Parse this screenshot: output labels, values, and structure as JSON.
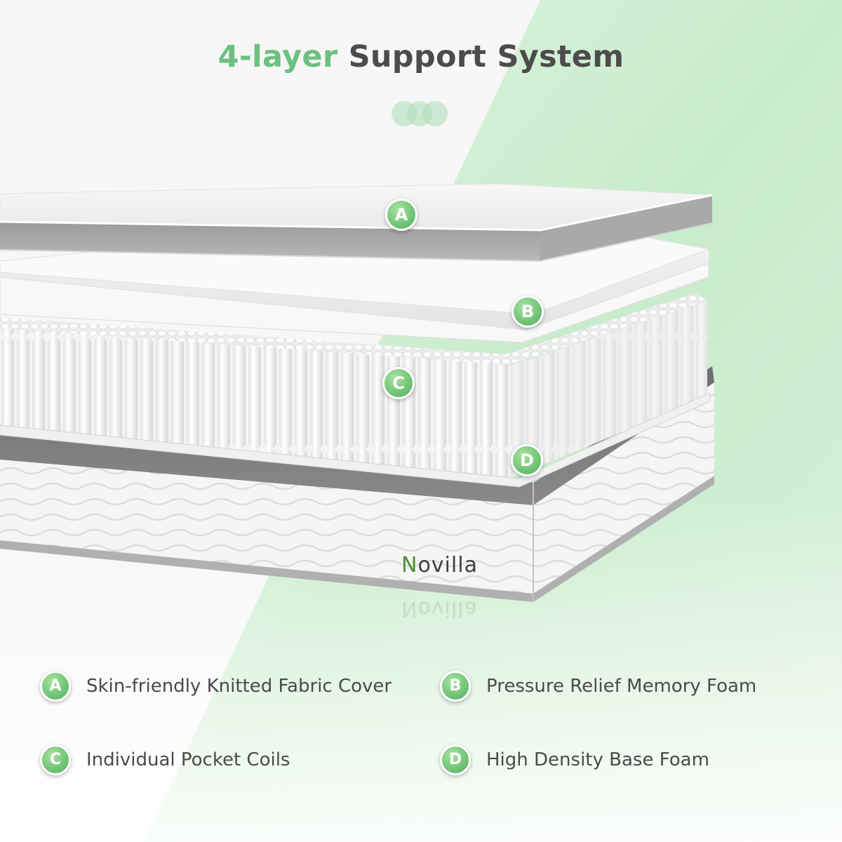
{
  "header": {
    "title_accent": "4-layer",
    "title_rest": "Support System"
  },
  "brand": {
    "first_letter": "N",
    "rest": "ovilla"
  },
  "layers": [
    {
      "letter": "A",
      "label": "Skin-friendly Knitted Fabric Cover"
    },
    {
      "letter": "B",
      "label": "Pressure Relief Memory Foam"
    },
    {
      "letter": "C",
      "label": "Individual Pocket Coils"
    },
    {
      "letter": "D",
      "label": "High Density Base Foam"
    }
  ],
  "colors": {
    "accent_green": "#6dc081",
    "title_gray": "#4c4c4c",
    "badge_green": "#74c679",
    "background_light": "#f6f7f6",
    "background_green": "#c9ebcc"
  }
}
